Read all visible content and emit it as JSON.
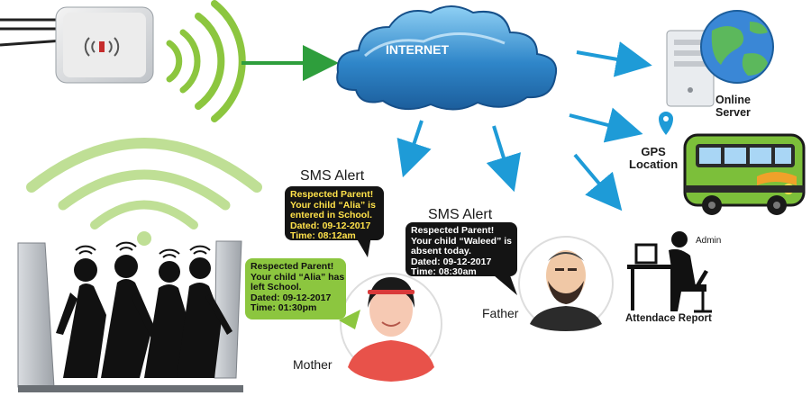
{
  "internet": {
    "label": "INTERNET"
  },
  "server": {
    "label_lines": [
      "Online",
      "Server"
    ]
  },
  "gps": {
    "label_lines": [
      "GPS",
      "Location"
    ]
  },
  "admin": {
    "label": "Admin"
  },
  "attendance": {
    "label": "Attendace Report"
  },
  "alerts": {
    "school_sms_title": "SMS Alert",
    "father_sms_title": "SMS Alert",
    "school_entry": [
      "Respected Parent!",
      "Your child “Alia” is",
      "entered in School.",
      "Dated: 09-12-2017",
      "Time: 08:12am"
    ],
    "mother_left": [
      "Respected Parent!",
      "Your child “Alia” has",
      "left School.",
      "Dated: 09-12-2017",
      "Time: 01:30pm"
    ],
    "father_absent": [
      "Respected Parent!",
      "Your child “Waleed” is",
      "absent today.",
      "Dated: 09-12-2017",
      "Time: 08:30am"
    ]
  },
  "people": {
    "mother": "Mother",
    "father": "Father"
  },
  "colors": {
    "arrow_green": "#2e9e3c",
    "arrow_blue": "#1e9bd7",
    "wave_green": "#8cc63f",
    "cloud_blue": "#2a7fc4",
    "bubble_green": "#8cc63f",
    "bubble_black": "#141414"
  }
}
